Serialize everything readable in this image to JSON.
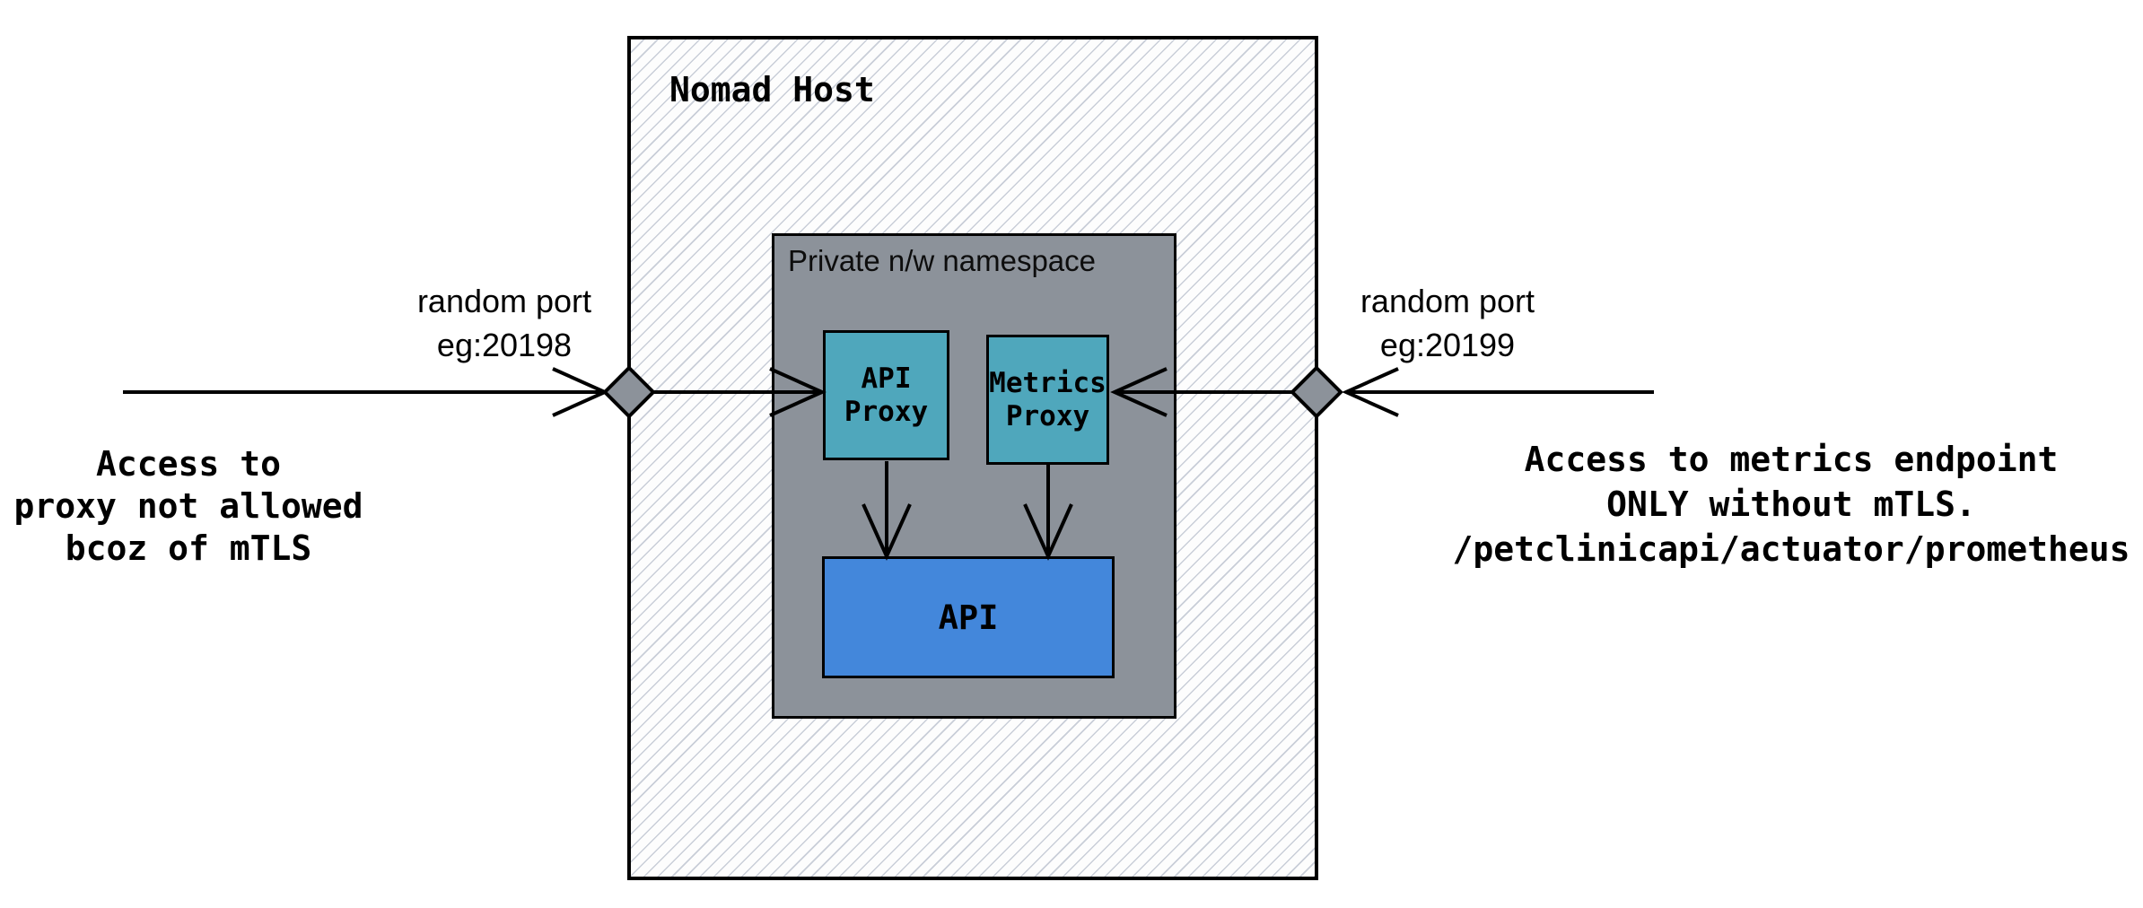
{
  "host": {
    "title": "Nomad Host"
  },
  "namespace": {
    "title": "Private n/w namespace"
  },
  "nodes": {
    "api_proxy": {
      "line1": "API",
      "line2": "Proxy"
    },
    "metrics_proxy": {
      "line1": "Metrics",
      "line2": "Proxy"
    },
    "api": {
      "label": "API"
    }
  },
  "annotations": {
    "left_port": {
      "line1": "random port",
      "line2": "eg:20198"
    },
    "right_port": {
      "line1": "random port",
      "line2": "eg:20199"
    },
    "left_note": {
      "line1": "Access to",
      "line2": "proxy not allowed",
      "line3": "bcoz of mTLS"
    },
    "right_note": {
      "line1": "Access to metrics endpoint",
      "line2": "ONLY without mTLS.",
      "line3": "/petclinicapi/actuator/prometheus"
    }
  },
  "colors": {
    "proxy_fill": "#4FA7BC",
    "api_fill": "#4387DB",
    "namespace_fill": "#8C929A",
    "diamond_fill": "#8C929A",
    "hatch_line": "#C9CED8",
    "stroke": "#000000"
  }
}
